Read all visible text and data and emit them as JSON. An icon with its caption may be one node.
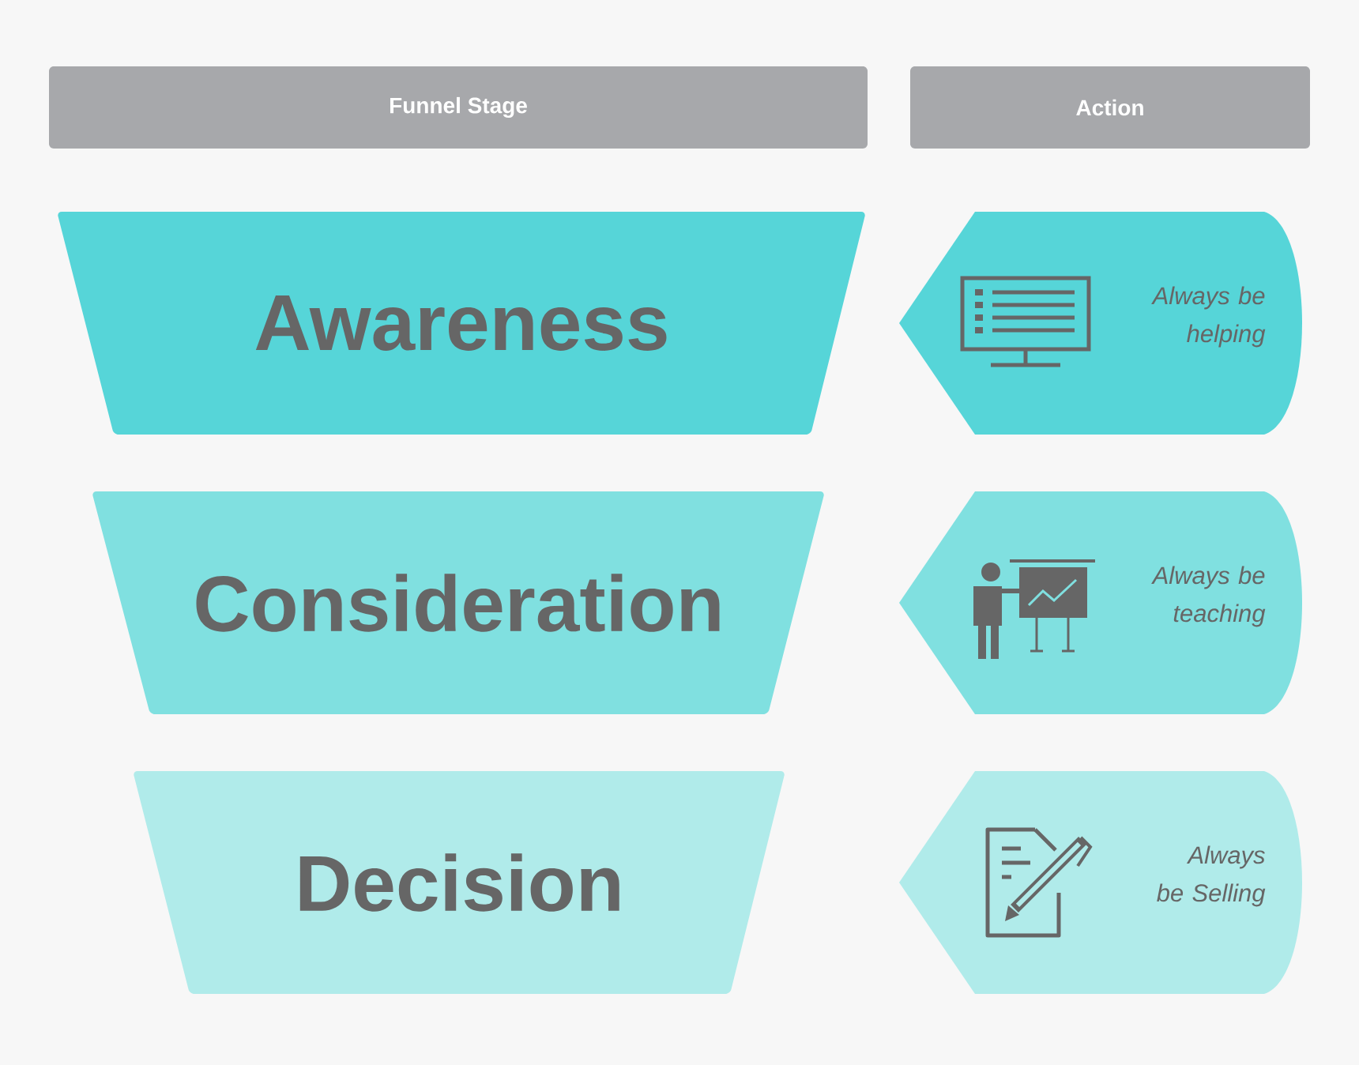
{
  "diagram": {
    "nodes": [
      {
        "text": [
          "Funnel Stage"
        ]
      },
      {
        "text": [
          "Action"
        ]
      },
      {
        "text": [
          "Awareness"
        ]
      },
      {
        "text": [
          "Always be helping"
        ]
      },
      {
        "text": [
          "Consideration"
        ]
      },
      {
        "text": [
          "Always be teaching"
        ]
      },
      {
        "text": [
          "Decision"
        ]
      },
      {
        "text": [
          "Always be Selling"
        ]
      }
    ]
  }
}
